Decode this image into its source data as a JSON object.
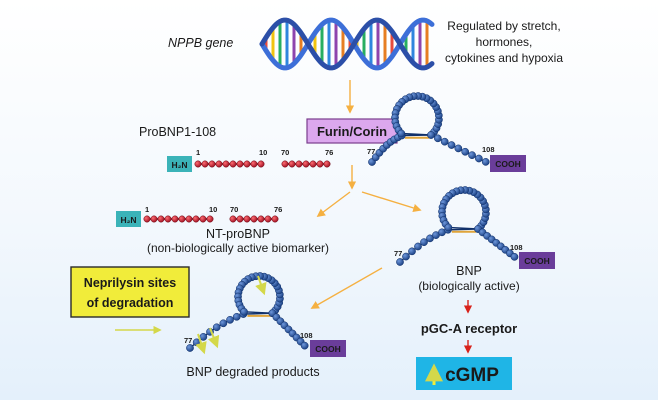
{
  "gene": {
    "label": "NPPB gene",
    "note_lines": [
      "Regulated by stretch,",
      "hormones,",
      "cytokines and hypoxia"
    ]
  },
  "enzyme": {
    "label": "Furin/Corin"
  },
  "probnp": {
    "label": "ProBNP1-108",
    "n_term": "H₂N",
    "c_term": "COOH",
    "n1": "1",
    "n10": "10",
    "n70": "70",
    "n76": "76",
    "n77": "77",
    "n108": "108"
  },
  "ntprobnp": {
    "n_term": "H₂N",
    "n1": "1",
    "n10": "10",
    "n70": "70",
    "n76": "76",
    "label": "NT-proBNP",
    "sublabel": "(non-biologically active biomarker)"
  },
  "bnp": {
    "n77": "77",
    "n108": "108",
    "c_term": "COOH",
    "label": "BNP",
    "sublabel": "(biologically active)"
  },
  "receptor": {
    "label": "pGC-A receptor"
  },
  "cgmp": {
    "label": "cGMP"
  },
  "neprilysin": {
    "line1": "Neprilysin sites",
    "line2": "of degradation"
  },
  "degraded": {
    "n77": "77",
    "n108": "108",
    "c_term": "COOH",
    "label": "BNP degraded products"
  },
  "colors": {
    "bead_red": "#c0142a",
    "bead_blue": "#1f4fa0",
    "teal": "#3bb3b8",
    "purple": "#6a3d9a",
    "furin_fill": "#dca8ee",
    "yellow": "#f1ec3a",
    "cyan": "#1fb5e6",
    "arrow_orange": "#f5b041",
    "arrow_red": "#d8221b"
  }
}
